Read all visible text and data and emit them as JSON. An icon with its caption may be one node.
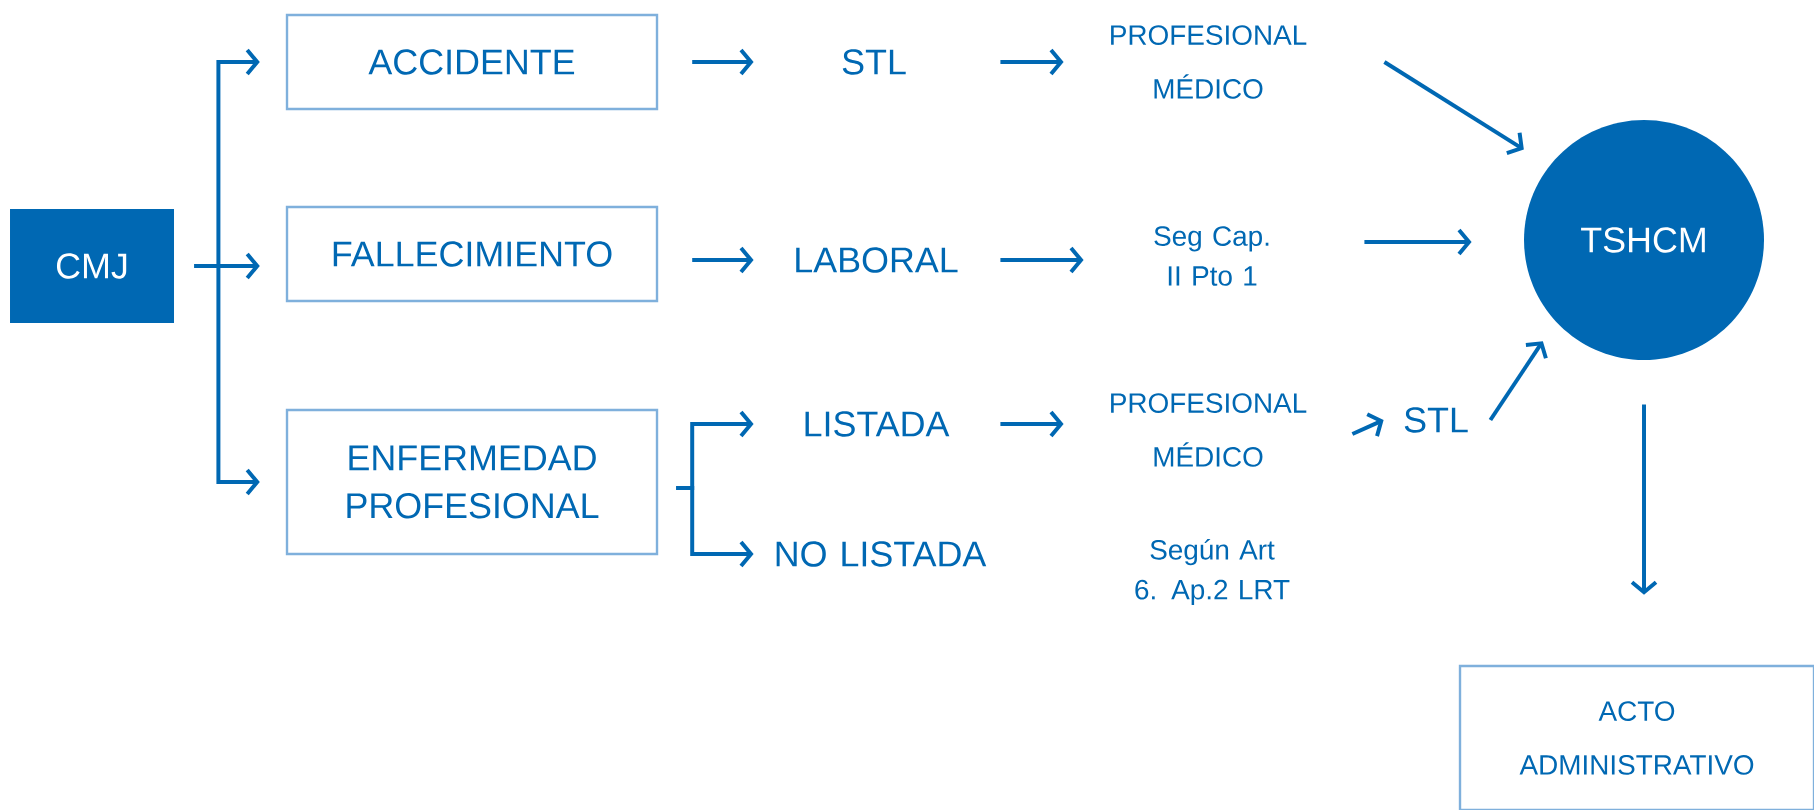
{
  "diagram": {
    "nodes": [
      {
        "text": [
          "CMJ"
        ]
      },
      {
        "text": [
          "ACCIDENTE"
        ]
      },
      {
        "text": [
          "FALLECIMIENTO"
        ]
      },
      {
        "text": [
          "ENFERMEDAD PROFESIONAL"
        ]
      },
      {
        "text": [
          "STL"
        ]
      },
      {
        "text": [
          "PROFESIONAL MÉDICO"
        ]
      },
      {
        "text": [
          "LABORAL"
        ]
      },
      {
        "text": [
          "Seg Cap. II Pto 1"
        ]
      },
      {
        "text": [
          "LISTADA"
        ]
      },
      {
        "text": [
          "PROFESIONAL MÉDICO"
        ]
      },
      {
        "text": [
          "STL"
        ]
      },
      {
        "text": [
          "NO LISTADA"
        ]
      },
      {
        "text": [
          "Según Art 6. Ap.2 LRT"
        ]
      },
      {
        "text": [
          "TSHCM"
        ]
      },
      {
        "text": [
          "ACTO ADMINISTRATIVO"
        ]
      }
    ],
    "edges": [
      {
        "from": 0,
        "to": 1,
        "arrow": "to"
      },
      {
        "from": 0,
        "to": 2,
        "arrow": "to"
      },
      {
        "from": 0,
        "to": 3,
        "arrow": "to"
      },
      {
        "from": 1,
        "to": 4,
        "arrow": "to"
      },
      {
        "from": 4,
        "to": 5,
        "arrow": "to"
      },
      {
        "from": 5,
        "to": 13,
        "arrow": "to"
      },
      {
        "from": 2,
        "to": 6,
        "arrow": "to"
      },
      {
        "from": 6,
        "to": 7,
        "arrow": "to"
      },
      {
        "from": 7,
        "to": 13,
        "arrow": "to"
      },
      {
        "from": 3,
        "to": 8,
        "arrow": "to"
      },
      {
        "from": 3,
        "to": 11,
        "arrow": "to"
      },
      {
        "from": 8,
        "to": 9,
        "arrow": "to"
      },
      {
        "from": 9,
        "to": 10,
        "arrow": "to"
      },
      {
        "from": 10,
        "to": 13,
        "arrow": "to"
      },
      {
        "from": 13,
        "to": 14,
        "arrow": "to"
      }
    ]
  }
}
